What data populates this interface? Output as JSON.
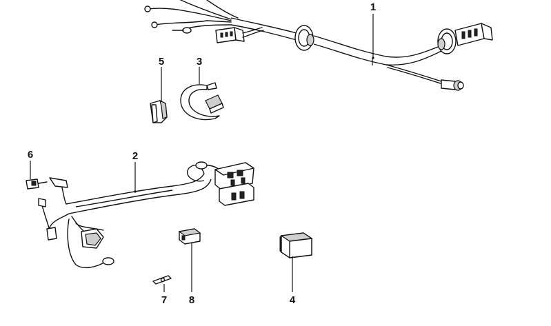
{
  "callouts": {
    "c1": "1",
    "c2": "2",
    "c3": "3",
    "c4": "4",
    "c5": "5",
    "c6": "6",
    "c7": "7",
    "c8": "8"
  },
  "colors": {
    "line": "#111111",
    "background": "#ffffff",
    "shade": "#cfcfcf"
  }
}
